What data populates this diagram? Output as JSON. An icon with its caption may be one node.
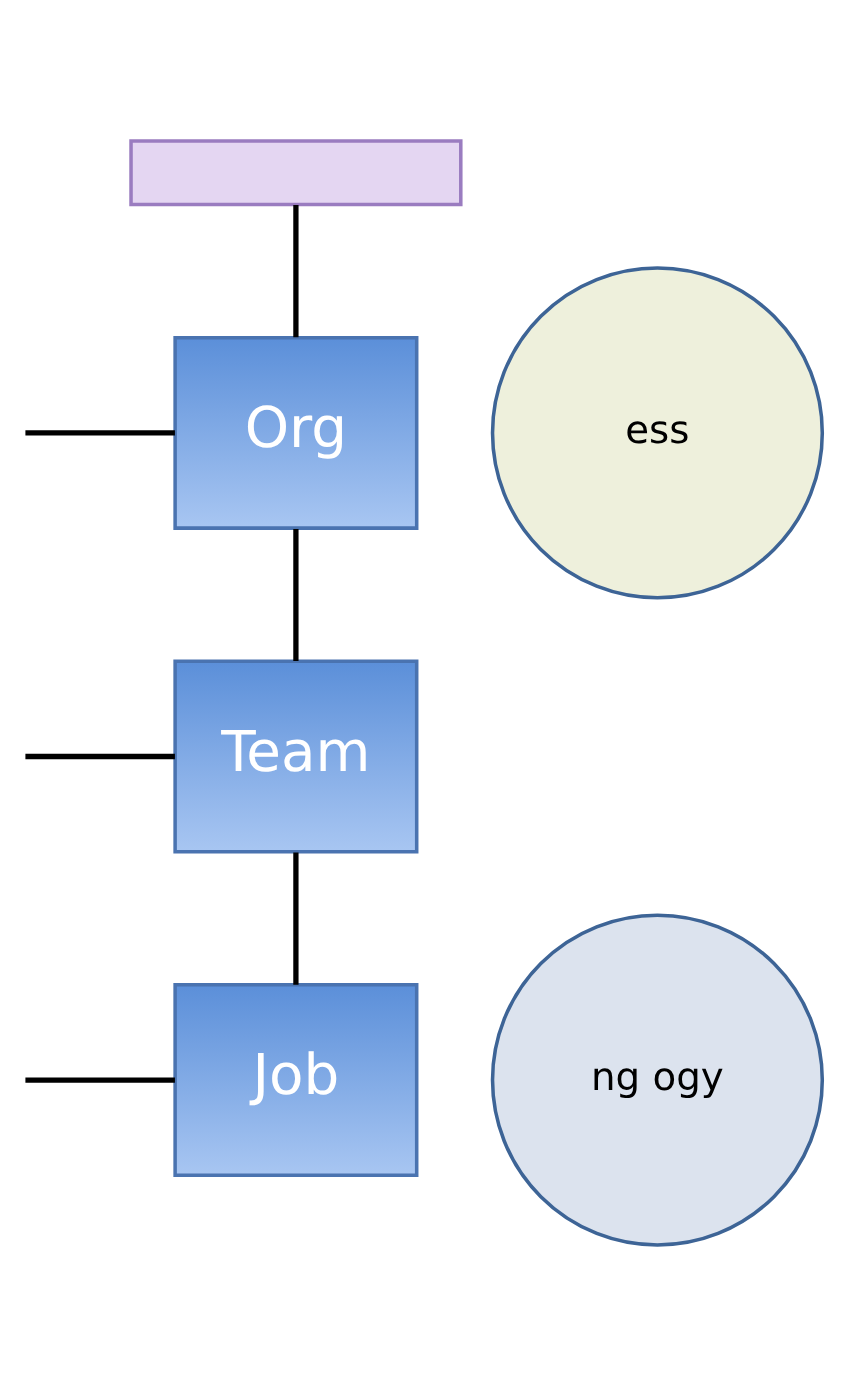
{
  "diagram": {
    "nodes": [
      {
        "text": [],
        "shape": "box"
      },
      {
        "text": [
          "Org"
        ]
      },
      {
        "text": [
          "Team"
        ]
      },
      {
        "text": [
          "Job"
        ]
      },
      {
        "text": [
          "ess"
        ]
      },
      {
        "text": [
          "ng ogy"
        ]
      }
    ],
    "edges": [
      {
        "from": 0,
        "to": 1,
        "arrow": "none"
      },
      {
        "from": 1,
        "to": 2,
        "arrow": "none"
      },
      {
        "from": 2,
        "to": 3,
        "arrow": "none"
      },
      {
        "from": null,
        "to": 1,
        "arrow": "none"
      },
      {
        "from": null,
        "to": 2,
        "arrow": "none"
      },
      {
        "from": null,
        "to": 3,
        "arrow": "none"
      }
    ]
  }
}
